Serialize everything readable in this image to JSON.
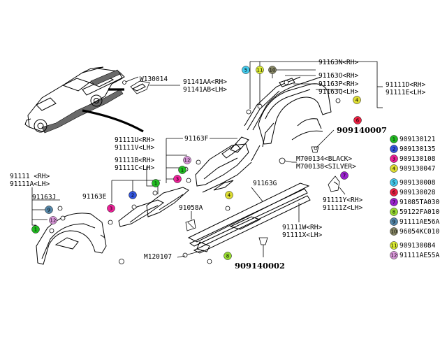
{
  "labels": {
    "w130014": "W130014",
    "p91141aa": "91141AA<RH>",
    "p91141ab": "91141AB<LH>",
    "p91163n": "91163N<RH>",
    "p91163o": "91163O<RH>",
    "p91163p": "91163P<RH>",
    "p91163q": "91163Q<LH>",
    "p91111d": "91111D<RH>",
    "p91111e": "91111E<LH>",
    "p909140007": "909140007",
    "p91111u": "91111U<RH>",
    "p91111v": "91111V<LH>",
    "p91163f": "91163F",
    "p91111b": "91111B<RH>",
    "p91111c": "91111C<LH>",
    "p91111": "91111 <RH>",
    "p91111a": "91111A<LH>",
    "p91163j": "91163J",
    "p91163e": "91163E",
    "p91163g": "91163G",
    "m700134": "M700134<BLACK>",
    "m700138": "M700138<SILVER>",
    "p91058a": "91058A",
    "p91111y": "91111Y<RH>",
    "p91111z": "91111Z<LH>",
    "p91111w": "91111W<RH>",
    "p91111x": "91111X<LH>",
    "m120107": "M120107",
    "p909140002": "909140002"
  },
  "legend": [
    {
      "num": "1",
      "color": "#22bb22",
      "part": "909130121"
    },
    {
      "num": "2",
      "color": "#3355dd",
      "part": "909130135"
    },
    {
      "num": "3",
      "color": "#ee2299",
      "part": "909130108"
    },
    {
      "num": "4",
      "color": "#dddd33",
      "part": "909130047"
    },
    {
      "num": "5",
      "color": "#44ccee",
      "part": "909130008"
    },
    {
      "num": "6",
      "color": "#ee2244",
      "part": "909130028"
    },
    {
      "num": "7",
      "color": "#9922cc",
      "part": "91085TA030"
    },
    {
      "num": "8",
      "color": "#99dd33",
      "part": "59122FA010"
    },
    {
      "num": "9",
      "color": "#5588aa",
      "part": "91111AE56A"
    },
    {
      "num": "10",
      "color": "#888866",
      "part": "96054KC010"
    },
    {
      "num": "11",
      "color": "#ddee33",
      "part": "909130084"
    },
    {
      "num": "12",
      "color": "#dd99dd",
      "part": "91111AE55A"
    }
  ],
  "markers": {
    "m_top_5": {
      "num": "5",
      "color": "#44ccee"
    },
    "m_top_11": {
      "num": "11",
      "color": "#ddee33"
    },
    "m_top_10": {
      "num": "10",
      "color": "#888866"
    },
    "m_top_4": {
      "num": "4",
      "color": "#dddd33"
    },
    "m_top_6": {
      "num": "6",
      "color": "#ee2244"
    },
    "m_mid_12": {
      "num": "12",
      "color": "#dd99dd"
    },
    "m_mid_1": {
      "num": "1",
      "color": "#22bb22"
    },
    "m_mid_3": {
      "num": "3",
      "color": "#ee2299"
    },
    "m_mid_1b": {
      "num": "1",
      "color": "#22bb22"
    },
    "m_mid_2": {
      "num": "2",
      "color": "#3355dd"
    },
    "m_mid_3b": {
      "num": "3",
      "color": "#ee2299"
    },
    "m_left_9": {
      "num": "9",
      "color": "#5588aa"
    },
    "m_left_12": {
      "num": "12",
      "color": "#dd99dd"
    },
    "m_left_1": {
      "num": "1",
      "color": "#22bb22"
    },
    "m_sill_4": {
      "num": "4",
      "color": "#dddd33"
    },
    "m_sill_8": {
      "num": "8",
      "color": "#99dd33"
    },
    "m_right_7": {
      "num": "7",
      "color": "#9922cc"
    }
  }
}
